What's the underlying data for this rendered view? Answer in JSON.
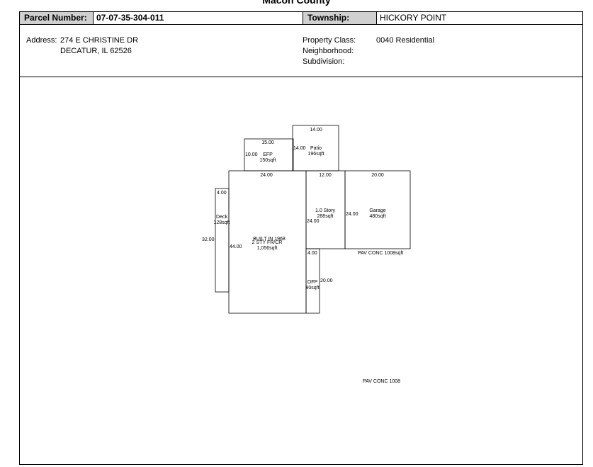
{
  "county": "Macon County",
  "header": {
    "parcel_label": "Parcel Number:",
    "parcel_value": "07-07-35-304-011",
    "township_label": "Township:",
    "township_value": "HICKORY POINT"
  },
  "address": {
    "label": "Address:",
    "line1": "274 E CHRISTINE DR",
    "line2": "DECATUR, IL  62526"
  },
  "property": {
    "class_label": "Property Class:",
    "class_value": "0040 Residential",
    "neighborhood_label": "Neighborhood:",
    "subdivision_label": "Subdivision:"
  },
  "sketch": {
    "efp": {
      "top": "15.00",
      "side": "10.00",
      "name": "EFP",
      "area": "150sqft"
    },
    "patio": {
      "top": "14.00",
      "side": "14.00",
      "name": "Patio",
      "area": "196sqft"
    },
    "main": {
      "top": "24.00",
      "side": "44.00",
      "built": "BUILT IN 1968",
      "name": "2 STY FR/CR",
      "area": "1,056sqft"
    },
    "deck": {
      "top": "4.00",
      "side": "32.00",
      "name": "Deck",
      "area": "128sqft"
    },
    "story": {
      "top": "12.00",
      "side": "24.00",
      "name": "1.0 Story",
      "area": "288sqft"
    },
    "garage": {
      "top": "20.00",
      "side": "24.00",
      "name": "Garage",
      "area": "480sqft"
    },
    "ofp": {
      "top": "4.00",
      "side": "20.00",
      "name": "OFP",
      "area": "80sqft"
    },
    "pav_label_1": "PAV CONC 1008sqft",
    "pav_label_2": "PAV CONC 1008"
  }
}
